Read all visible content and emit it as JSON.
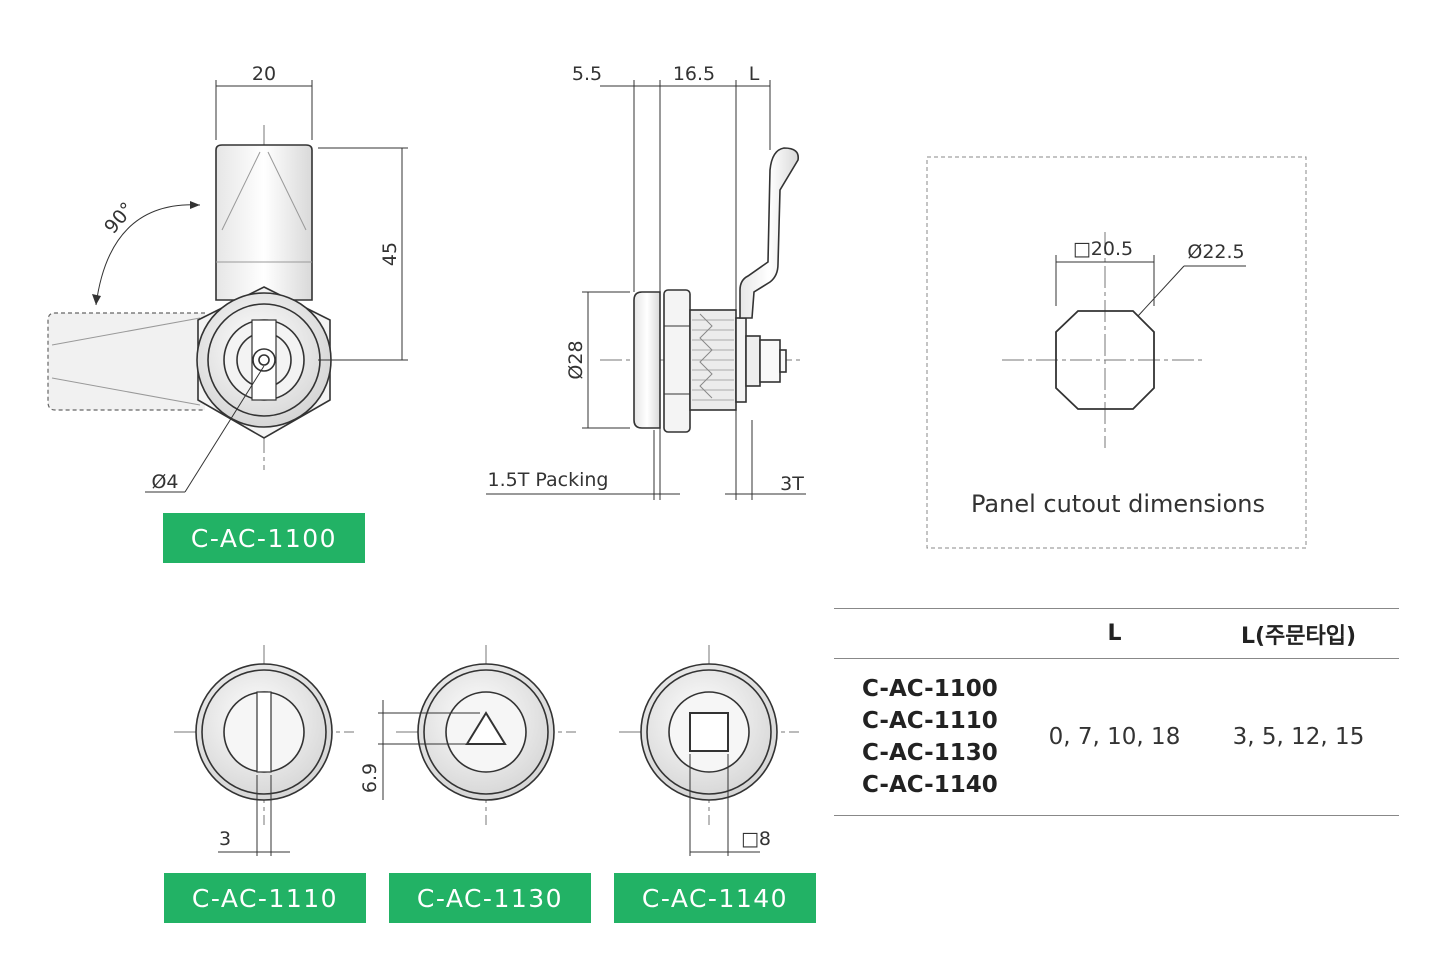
{
  "drawing": {
    "front_view": {
      "width_dim": "20",
      "height_dim": "45",
      "angle": "90°",
      "hole_dim": "Ø4",
      "label": "C-AC-1100"
    },
    "side_view": {
      "dim_a": "5.5",
      "dim_b": "16.5",
      "dim_c": "L",
      "diameter": "Ø28",
      "packing": "1.5T Packing",
      "thickness": "3T"
    },
    "panel_cutout": {
      "square": "□20.5",
      "diameter": "Ø22.5",
      "caption": "Panel cutout dimensions"
    },
    "variants": [
      {
        "label": "C-AC-1110",
        "dim": "3"
      },
      {
        "label": "C-AC-1130",
        "dim": "6.9"
      },
      {
        "label": "C-AC-1140",
        "dim": "□8"
      }
    ],
    "badge_color": "#22b265"
  },
  "spec_table": {
    "headers": [
      "",
      "L",
      "L(주문타입)"
    ],
    "models": [
      "C-AC-1100",
      "C-AC-1110",
      "C-AC-1130",
      "C-AC-1140"
    ],
    "l_values": "0, 7, 10, 18",
    "l_order_values": "3, 5, 12, 15"
  }
}
